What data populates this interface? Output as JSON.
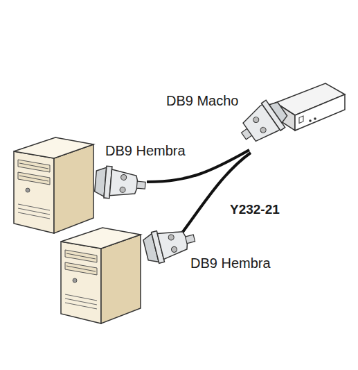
{
  "diagram": {
    "labels": [
      "DB9 Macho",
      "DB9 Hembra",
      "Y232-21",
      "DB9 Hembra"
    ]
  }
}
